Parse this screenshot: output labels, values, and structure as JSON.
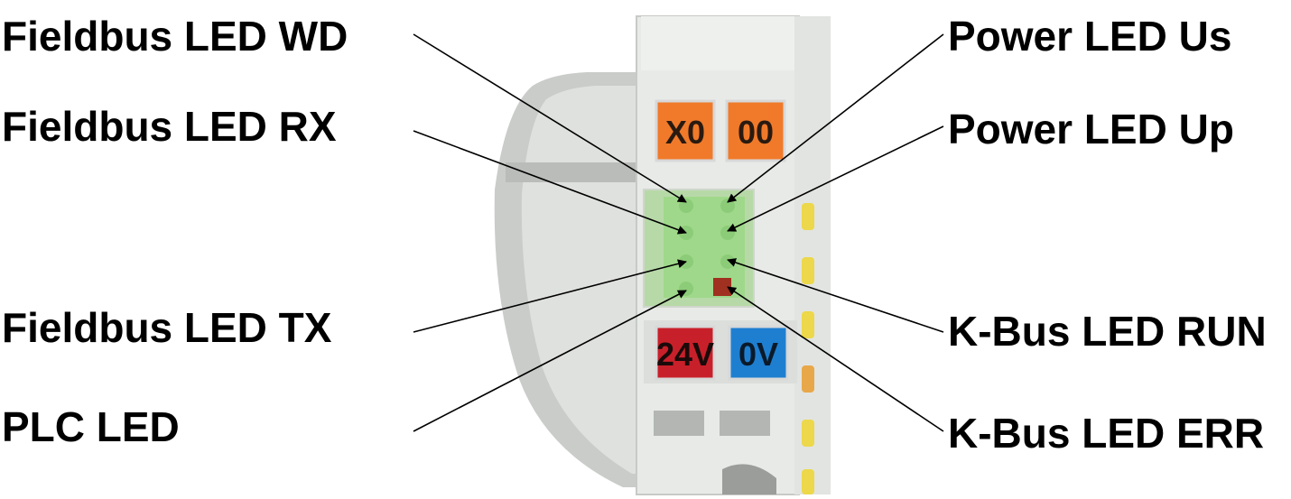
{
  "labels": {
    "fieldbus_wd": "Fieldbus LED WD",
    "fieldbus_rx": "Fieldbus LED RX",
    "fieldbus_tx": "Fieldbus LED TX",
    "plc_led": "PLC LED",
    "power_us": "Power LED Us",
    "power_up": "Power LED Up",
    "kbus_run": "K-Bus LED RUN",
    "kbus_err": "K-Bus LED ERR"
  },
  "device": {
    "tag_x0": "X0",
    "tag_00": "00",
    "tag_24v": "24V",
    "tag_0v": "0V"
  },
  "colors": {
    "tag_orange": "#f07a2a",
    "tag_red": "#c8202a",
    "tag_blue": "#1e7fd0",
    "led_panel_green": "#9fd88a",
    "led_err_red": "#a03020",
    "housing_gray": "#d9dcd9",
    "contact_yellow": "#ecd84a"
  }
}
